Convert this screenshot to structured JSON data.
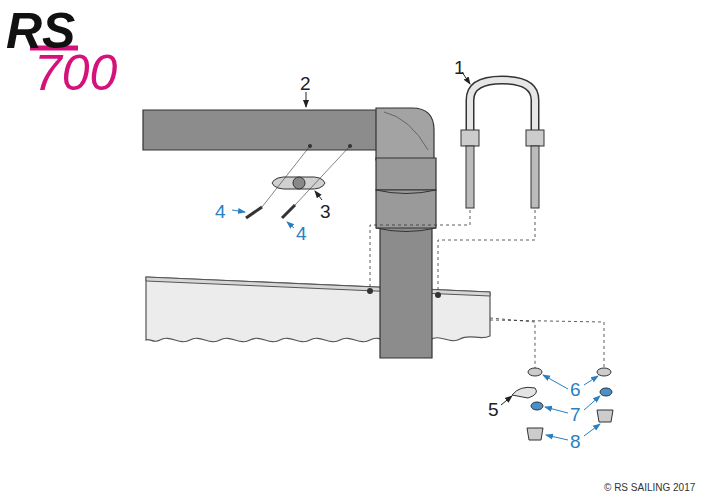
{
  "diagram": {
    "labels": [
      "RS",
      "700",
      "1",
      "2",
      "3",
      "4",
      "4",
      "5",
      "6",
      "7",
      "8",
      "© RS SAILING 2017"
    ]
  }
}
